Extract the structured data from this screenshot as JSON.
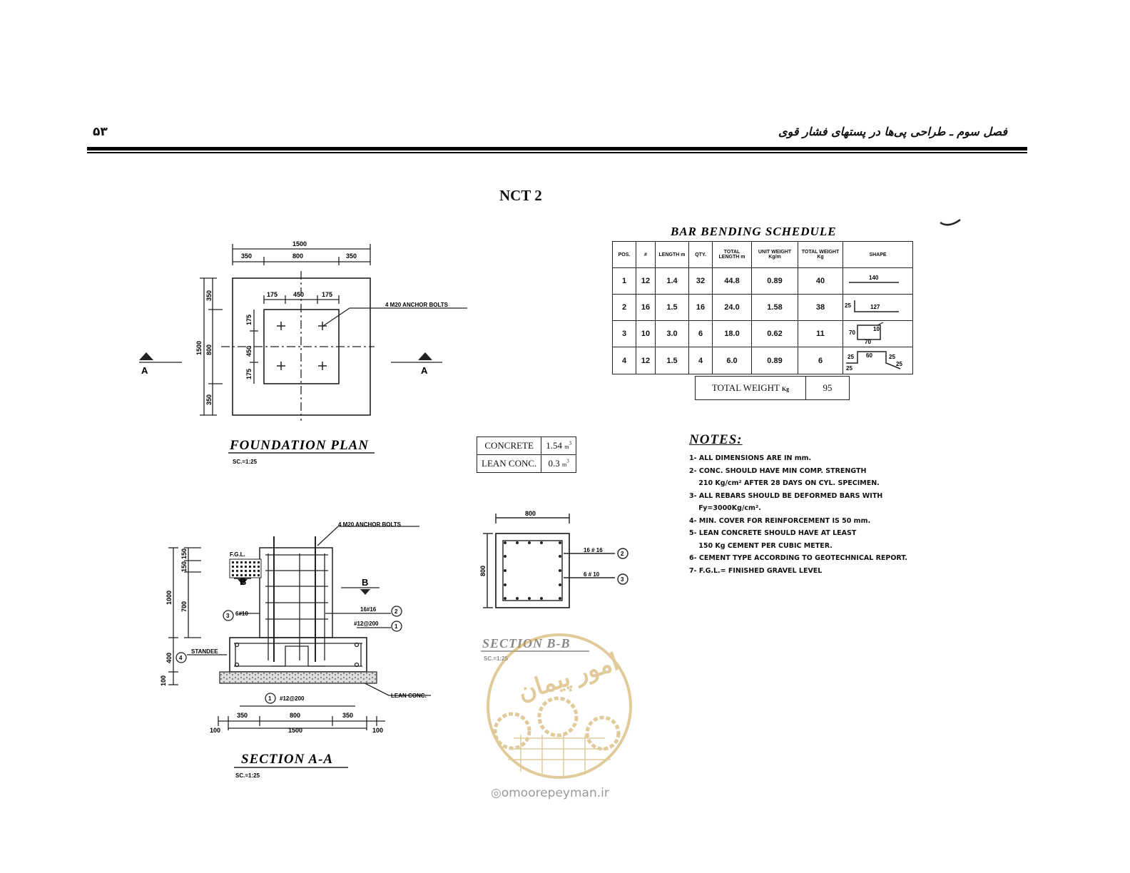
{
  "header": {
    "chapter_title": "فصل سوم ـ طراحی پی‌ها در پستهای فشار قوی",
    "page_number": "۵۳"
  },
  "main_title": "NCT 2",
  "foundation_plan": {
    "title": "FOUNDATION PLAN",
    "scale": "SC.=1:25",
    "dims_top": {
      "overall": "1500",
      "left": "350",
      "mid": "800",
      "right": "350"
    },
    "dims_inner": {
      "left": "175",
      "mid": "450",
      "right": "175"
    },
    "dims_left": {
      "overall": "1500",
      "top": "350",
      "mid": "800",
      "bottom": "350"
    },
    "dims_inner_v": {
      "top": "175",
      "mid": "450",
      "bottom": "175"
    },
    "bolt_label": "4 M20 ANCHOR BOLTS",
    "section_marker": "A"
  },
  "bar_schedule": {
    "title": "BAR BENDING SCHEDULE",
    "headers": [
      "POS.",
      "#",
      "LENGTH m",
      "QTY.",
      "TOTAL LENGTH m",
      "UNIT WEIGHT Kg/m",
      "TOTAL WEIGHT Kg",
      "SHAPE"
    ],
    "rows": [
      {
        "pos": "1",
        "dia": "12",
        "length": "1.4",
        "qty": "32",
        "total_length": "44.8",
        "unit_weight": "0.89",
        "total_weight": "40",
        "shape": [
          "140"
        ]
      },
      {
        "pos": "2",
        "dia": "16",
        "length": "1.5",
        "qty": "16",
        "total_length": "24.0",
        "unit_weight": "1.58",
        "total_weight": "38",
        "shape": [
          "25",
          "127"
        ]
      },
      {
        "pos": "3",
        "dia": "10",
        "length": "3.0",
        "qty": "6",
        "total_length": "18.0",
        "unit_weight": "0.62",
        "total_weight": "11",
        "shape": [
          "70",
          "10",
          "70"
        ]
      },
      {
        "pos": "4",
        "dia": "12",
        "length": "1.5",
        "qty": "4",
        "total_length": "6.0",
        "unit_weight": "0.89",
        "total_weight": "6",
        "shape": [
          "25",
          "60",
          "25",
          "25",
          "25"
        ]
      }
    ],
    "total_label": "TOTAL WEIGHT",
    "total_unit": "Kg",
    "total_value": "95"
  },
  "quantities": {
    "concrete_label": "CONCRETE",
    "concrete_value": "1.54",
    "lean_label": "LEAN CONC.",
    "lean_value": "0.3",
    "unit": "m",
    "unit_sup": "3"
  },
  "notes": {
    "title": "NOTES:",
    "items": [
      "1- ALL DIMENSIONS ARE IN mm.",
      "2- CONC. SHOULD HAVE MIN COMP. STRENGTH",
      "    210 Kg/cm² AFTER 28 DAYS ON CYL. SPECIMEN.",
      "3- ALL REBARS SHOULD BE DEFORMED BARS WITH",
      "    Fy=3000Kg/cm².",
      "4- MIN. COVER FOR REINFORCEMENT IS 50 mm.",
      "5- LEAN CONCRETE SHOULD HAVE AT LEAST",
      "    150 Kg CEMENT PER CUBIC METER.",
      "6- CEMENT TYPE ACCORDING TO GEOTECHNICAL REPORT.",
      "7- F.G.L.= FINISHED GRAVEL LEVEL"
    ]
  },
  "section_aa": {
    "title": "SECTION A-A",
    "scale": "SC.=1:25",
    "bolt_label": "4 M20 ANCHOR BOLTS",
    "fgl": "F.G.L.",
    "marker": "B",
    "dims_left": {
      "a": "150",
      "b": "150",
      "c": "700",
      "overall": "1000",
      "d": "400",
      "e": "100"
    },
    "bar3": "6#10",
    "bar2": "16#16",
    "bar1": "#12@200",
    "bar4": "STANDEE",
    "lean": "LEAN CONC.",
    "bottom_bar": "#12@200",
    "dims_bottom": {
      "left": "350",
      "mid": "800",
      "right": "350",
      "overall": "1500",
      "ext_l": "100",
      "ext_r": "100"
    },
    "tag1": "1",
    "tag2": "2",
    "tag3": "3",
    "tag4": "4"
  },
  "section_bb": {
    "title": "SECTION B-B",
    "scale": "SC.=1:25",
    "width": "800",
    "height": "800",
    "bar2": "16 # 16",
    "bar3": "6 # 10",
    "tag2": "2",
    "tag3": "3"
  },
  "watermark": {
    "site": "omoorepeyman.ir",
    "logo_text": "امور پیمان"
  },
  "colors": {
    "watermark": "#c9a24a"
  }
}
